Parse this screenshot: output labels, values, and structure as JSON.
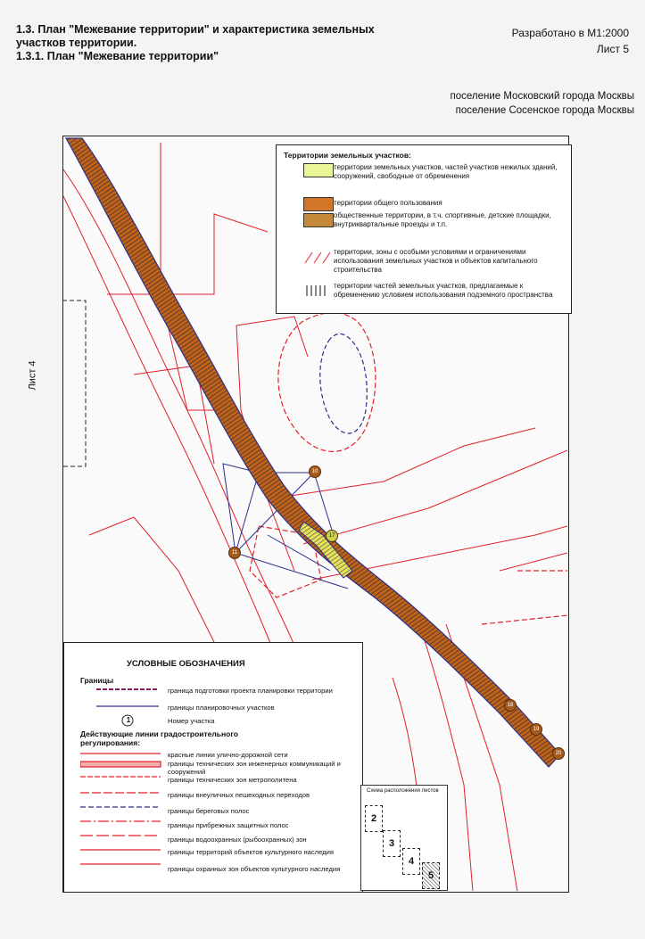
{
  "header": {
    "title_lines": [
      "1.3. План \"Межевание территории\" и характеристика земельных",
      "участков территории.",
      "1.3.1. План \"Межевание территории\""
    ],
    "scale": "Разработано в М1:2000",
    "sheet": "Лист 5"
  },
  "settlements": [
    "поселение Московский города Москвы",
    "поселение Сосенское города Москвы"
  ],
  "side_label": "Лист 4",
  "legend_top": {
    "title": "Территории земельных участков:",
    "items": [
      {
        "text": "территории земельных участков, частей участков нежилых зданий, сооружений, свободные от обременения",
        "color": "#eaf59a"
      },
      {
        "text": "территории общего пользования",
        "color": "#d4762a"
      },
      {
        "text": "общественные территории, в т.ч. спортивные, детские площадки, внутриквартальные проезды и т.п.",
        "color": "#c48a3a"
      },
      {
        "text": "территории, зоны с особыми условиями и ограничениями использования земельных участков и объектов капитального строительства",
        "color": "#e8505a"
      },
      {
        "text": "территории частей земельных участков, предлагаемые к обременению условием использования подземного пространства",
        "color": "#555555"
      }
    ]
  },
  "legend_bottom": {
    "title": "УСЛОВНЫЕ ОБОЗНАЧЕНИЯ",
    "sections": {
      "borders": "Границы",
      "lines": "Действующие линии градостроительного регулирования:"
    },
    "borders_items": [
      "граница подготовки проекта планировки территории",
      "границы планировочных участков",
      "Номер участка"
    ],
    "marker_number": "1",
    "lines_items": [
      "красные линии улично-дорожной сети",
      "границы технических зон инженерных коммуникаций и сооружений",
      "границы технических зон метрополитена",
      "границы внеуличных пешеходных переходов",
      "границы береговых полос",
      "границы прибрежных защитных полос",
      "границы водоохранных (рыбоохранных) зон",
      "границы территорий объектов культурного наследия",
      "границы охранных зон объектов культурного наследия"
    ]
  },
  "scheme": {
    "title": "Схема расположения листов",
    "sheets": [
      "2",
      "3",
      "4",
      "5"
    ]
  },
  "plot_numbers": [
    "10",
    "17",
    "11",
    "18",
    "19",
    "20"
  ],
  "colors": {
    "red_line": "#e0202a",
    "strip_fill": "#c0621c",
    "boundary_blue": "#2b2f8a",
    "plot_yellow": "#e8e15a"
  }
}
